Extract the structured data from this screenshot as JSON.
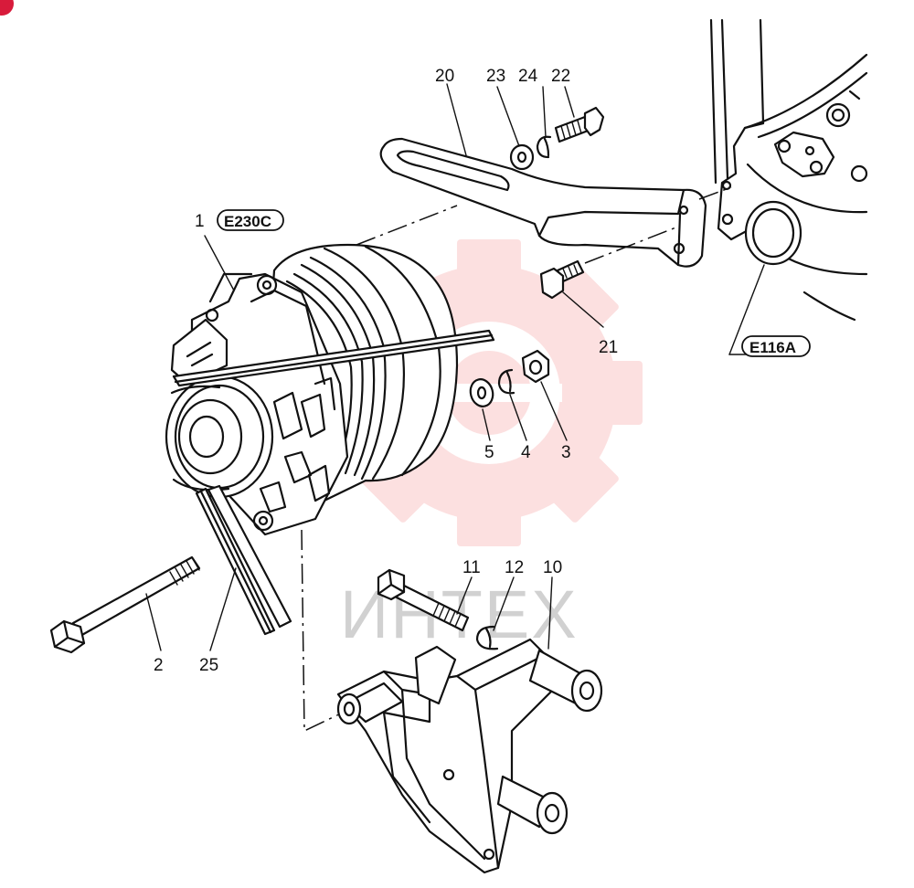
{
  "colors": {
    "ink": "#111111",
    "watermark": "#f26b6b",
    "watermark_text": "#9a9a9a",
    "corner_badge": "#d81b3b"
  },
  "watermark": {
    "text": "ИНТЕХ"
  },
  "references": {
    "alternator_ref": "E230C",
    "engine_ref": "E116A"
  },
  "part_labels": {
    "p1": "1",
    "p2": "2",
    "p3": "3",
    "p4": "4",
    "p5": "5",
    "p10": "10",
    "p11": "11",
    "p12": "12",
    "p20": "20",
    "p21": "21",
    "p22": "22",
    "p23": "23",
    "p24": "24",
    "p25": "25"
  }
}
